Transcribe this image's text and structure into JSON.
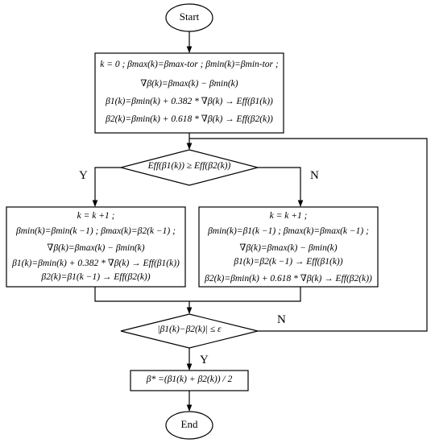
{
  "start": "Start",
  "end": "End",
  "init": {
    "l1": "k = 0 ; βmax(k)=βmax-tor ; βmin(k)=βmin-tor ;",
    "l2": "∇β(k)=βmax(k) − βmin(k)",
    "l3": "β1(k)=βmin(k) + 0.382 * ∇β(k) → Eff(β1(k))",
    "l4": "β2(k)=βmin(k) + 0.618 * ∇β(k) → Eff(β2(k))"
  },
  "decision1": "Eff(β1(k)) ≥ Eff(β2(k))",
  "yes1": "Y",
  "no1": "N",
  "left": {
    "l1": "k = k +1 ;",
    "l2": "βmin(k)=βmin(k −1) ; βmax(k)=β2(k −1) ;",
    "l3": "∇β(k)=βmax(k) − βmin(k)",
    "l4": "β1(k)=βmin(k) + 0.382 * ∇β(k) → Eff(β1(k))",
    "l5": "β2(k)=β1(k −1) → Eff(β2(k))"
  },
  "right": {
    "l1": "k = k +1 ;",
    "l2": "βmin(k)=β1(k −1) ; βmax(k)=βmax(k −1) ;",
    "l3": "∇β(k)=βmax(k) − βmin(k)",
    "l4": "β1(k)=β2(k −1) → Eff(β1(k))",
    "l5": "β2(k)=βmin(k) + 0.618 * ∇β(k) → Eff(β2(k))"
  },
  "decision2": "|β1(k)−β2(k)| ≤ ε",
  "no2": "N",
  "yes2": "Y",
  "result": "β* =(β1(k) + β2(k)) / 2"
}
